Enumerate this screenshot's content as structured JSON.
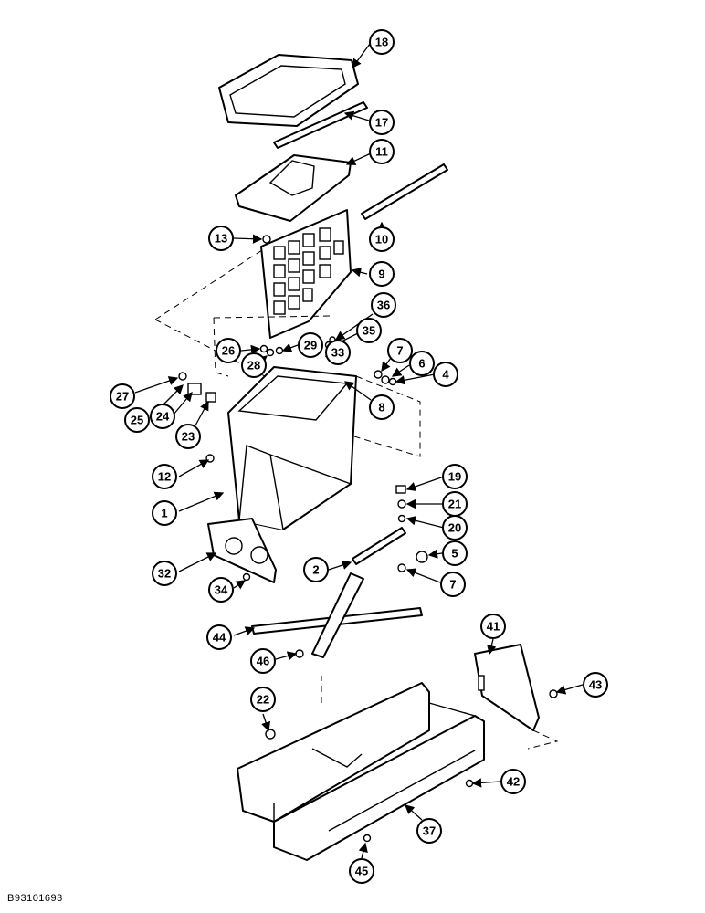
{
  "figure": {
    "id": "B93101693"
  },
  "callouts": [
    "18",
    "17",
    "11",
    "10",
    "13",
    "9",
    "36",
    "35",
    "26",
    "29",
    "33",
    "28",
    "7",
    "6",
    "4",
    "27",
    "25",
    "24",
    "23",
    "8",
    "12",
    "1",
    "19",
    "21",
    "20",
    "5",
    "32",
    "34",
    "2",
    "7",
    "44",
    "46",
    "41",
    "43",
    "22",
    "42",
    "37",
    "45"
  ],
  "colors": {
    "ink": "#000000",
    "paper": "#ffffff"
  }
}
